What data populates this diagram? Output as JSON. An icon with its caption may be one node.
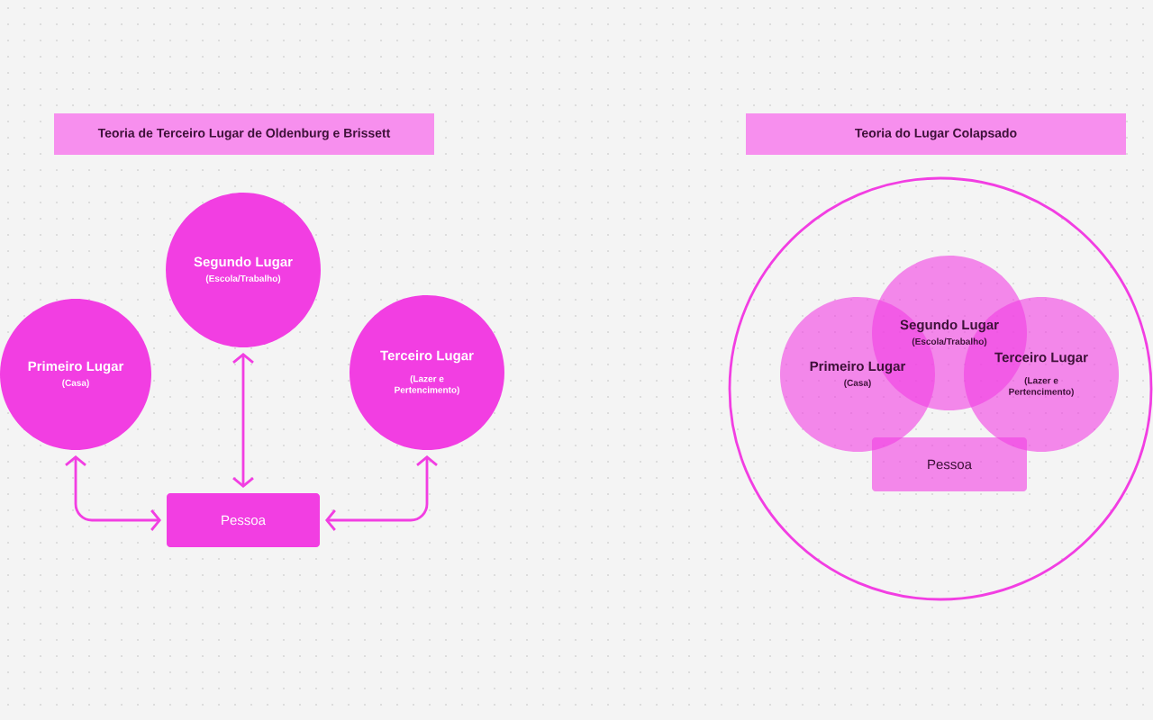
{
  "diagram": {
    "nodes": [
      {
        "text": [
          "Teoria de Terceiro Lugar de Oldenburg e Brissett"
        ]
      },
      {
        "text": [
          "Segundo Lugar",
          "(Escola/Trabalho)"
        ]
      },
      {
        "text": [
          "Primeiro Lugar",
          "(Casa)"
        ]
      },
      {
        "text": [
          "Terceiro Lugar",
          "(Lazer e Pertencimento)"
        ]
      },
      {
        "text": [
          "Pessoa"
        ]
      },
      {
        "text": [
          "Teoria do Lugar Colapsado"
        ]
      },
      {
        "text": [],
        "shape": "circle"
      },
      {
        "text": [
          "Segundo Lugar",
          "(Escola/Trabalho)"
        ],
        "in": 6
      },
      {
        "text": [
          "Primeiro Lugar",
          "(Casa)"
        ],
        "in": 6
      },
      {
        "text": [
          "Terceiro Lugar",
          "(Lazer e Pertencimento)"
        ],
        "in": 6
      },
      {
        "text": [
          "Pessoa"
        ],
        "in": 6
      }
    ],
    "edges": [
      {
        "from": 1,
        "to": 4,
        "arrow": "both"
      },
      {
        "from": 2,
        "to": 4,
        "arrow": "both"
      },
      {
        "from": 3,
        "to": 4,
        "arrow": "both"
      }
    ]
  }
}
